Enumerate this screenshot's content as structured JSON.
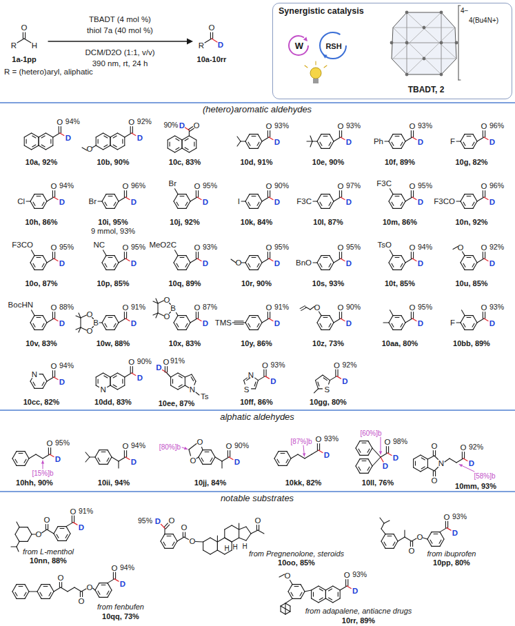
{
  "diagram": {
    "nodes": [
      {
        "text": [
          "Synergistic catalysis",
          "W",
          "RSH",
          "4−",
          "4(Bu4N+)",
          "TBADT, 2"
        ]
      }
    ],
    "labels": [
      "R",
      "O",
      "H",
      "1a-1pp",
      "R = (hetero)aryl, aliphatic",
      "TBADT (4 mol %)",
      "thiol 7a (40 mol %)",
      "DCM/D2O (1:1, v/v)",
      "390 nm, rt, 24 h",
      "R",
      "O",
      "D",
      "10a-10rr",
      "(hetero)aromatic aldehydes",
      "O",
      "D",
      "94%",
      "10a, 92%",
      "O",
      "O",
      "D",
      "92%",
      "10b, 90%",
      "D",
      "O",
      "90%",
      "10c, 83%",
      "O",
      "D",
      "93%",
      "10d, 91%",
      "O",
      "D",
      "93%",
      "10e, 90%",
      "Ph",
      "O",
      "D",
      "93%",
      "10f, 89%",
      "F",
      "O",
      "D",
      "96%",
      "10g, 82%",
      "Cl",
      "O",
      "D",
      "94%",
      "10h, 86%",
      "Br",
      "O",
      "D",
      "96%",
      "10i, 95%",
      "9 mmol, 93%",
      "Br",
      "O",
      "D",
      "95%",
      "10j, 92%",
      "I",
      "O",
      "D",
      "90%",
      "10k, 84%",
      "F3C",
      "O",
      "D",
      "97%",
      "10l, 87%",
      "F3C",
      "O",
      "D",
      "95%",
      "10m, 86%",
      "F3CO",
      "O",
      "D",
      "96%",
      "10n, 92%",
      "F3CO",
      "O",
      "D",
      "95%",
      "10o, 87%",
      "NC",
      "O",
      "D",
      "95%",
      "10p, 85%",
      "MeO2C",
      "O",
      "D",
      "93%",
      "10q, 89%",
      "O",
      "O",
      "D",
      "95%",
      "10r, 90%",
      "BnO",
      "O",
      "D",
      "95%",
      "10s, 93%",
      "TsO",
      "O",
      "D",
      "94%",
      "10t, 85%",
      "O",
      "O",
      "D",
      "92%",
      "10u, 85%",
      "BocHN",
      "O",
      "D",
      "88%",
      "10v, 83%",
      "O",
      "B",
      "O",
      "O",
      "D",
      "91%",
      "10w, 88%",
      "O",
      "B",
      "O",
      "O",
      "D",
      "87%",
      "10x, 83%",
      "TMS",
      "O",
      "D",
      "91%",
      "10y, 86%",
      "O",
      "O",
      "D",
      "90%",
      "10z, 73%",
      "O",
      "D",
      "95%",
      "10aa, 80%",
      "F",
      "O",
      "D",
      "93%",
      "10bb, 89%",
      "N",
      "O",
      "D",
      "94%",
      "10cc, 82%",
      "N",
      "O",
      "D",
      "90%",
      "10dd, 83%",
      "D",
      "O",
      "91%",
      "N",
      "Ts",
      "10ee, 87%",
      "N",
      "S",
      "O",
      "D",
      "93%",
      "10ff, 86%",
      "S",
      "O",
      "D",
      "92%",
      "10gg, 80%",
      "alphatic aldehydes",
      "O",
      "D",
      "95%",
      "[15%]b",
      "10hh, 90%",
      "O",
      "D",
      "94%",
      "10ii, 94%",
      "O",
      "O",
      "[80%]b",
      "O",
      "D",
      "90%",
      "10jj, 84%",
      "[87%]b",
      "O",
      "D",
      "93%",
      "10kk, 82%",
      "[60%]b",
      "D",
      "O",
      "D",
      "98%",
      "10ll, 76%",
      "O",
      "N",
      "O",
      "[58%]b",
      "O",
      "D",
      "92%",
      "10mm, 93%",
      "notable substrates",
      "O",
      "O",
      "O",
      "D",
      "91%",
      "from L-menthol",
      "10nn, 88%",
      "O",
      "D",
      "95%",
      "O",
      "O",
      "O",
      "H",
      "H",
      "H",
      "from Pregnenolone, steroids",
      "10oo, 85%",
      "O",
      "O",
      "O",
      "D",
      "93%",
      "from ibuprofen",
      "10pp, 80%",
      "O",
      "O",
      "O",
      "O",
      "D",
      "94%",
      "from fenbufen",
      "10qq, 73%",
      "O",
      "O",
      "D",
      "93%",
      "from adapalene, antiacne drugs",
      "10rr, 89%"
    ]
  }
}
